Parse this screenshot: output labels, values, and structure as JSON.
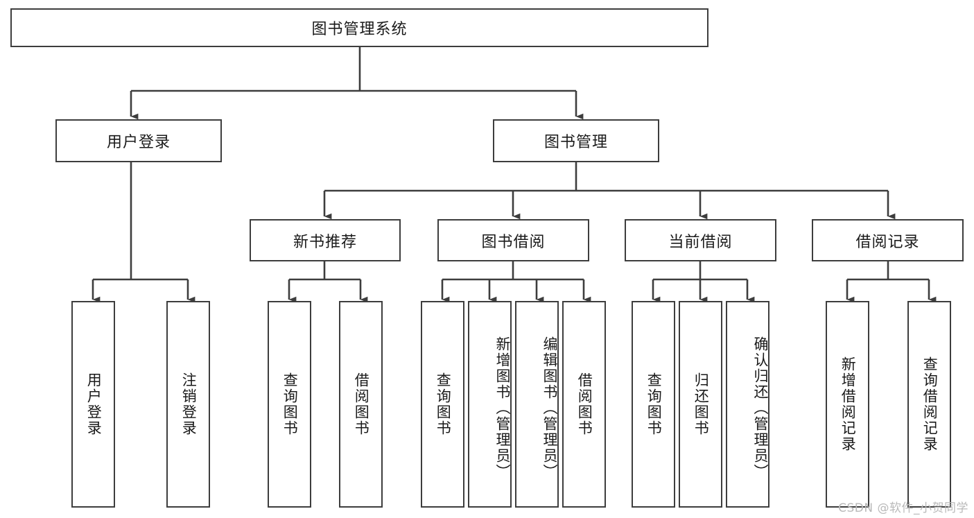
{
  "diagram": {
    "title_node": {
      "label": "图书管理系统"
    },
    "level2": [
      {
        "id": "user-login",
        "label": "用户登录"
      },
      {
        "id": "book-management",
        "label": "图书管理"
      }
    ],
    "level3": [
      {
        "id": "new-book-recommend",
        "label": "新书推荐"
      },
      {
        "id": "book-borrow",
        "label": "图书借阅"
      },
      {
        "id": "current-borrow",
        "label": "当前借阅"
      },
      {
        "id": "borrow-record",
        "label": "借阅记录"
      }
    ],
    "leaves": [
      {
        "id": "leaf-user-login",
        "label": "用户登录"
      },
      {
        "id": "leaf-logout-login",
        "label": "注销登录"
      },
      {
        "id": "leaf-query-book-1",
        "label": "查询图书"
      },
      {
        "id": "leaf-borrow-book-1",
        "label": "借阅图书"
      },
      {
        "id": "leaf-query-book-2",
        "label": "查询图书"
      },
      {
        "id": "leaf-add-book-admin",
        "label": "新增图书（管理员）"
      },
      {
        "id": "leaf-edit-book-admin",
        "label": "编辑图书（管理员）"
      },
      {
        "id": "leaf-borrow-book-2",
        "label": "借阅图书"
      },
      {
        "id": "leaf-query-book-3",
        "label": "查询图书"
      },
      {
        "id": "leaf-return-book",
        "label": "归还图书"
      },
      {
        "id": "leaf-confirm-return-admin",
        "label": "确认归还（管理员）"
      },
      {
        "id": "leaf-add-borrow-record",
        "label": "新增借阅记录"
      },
      {
        "id": "leaf-query-borrow-record",
        "label": "查询借阅记录"
      }
    ],
    "watermark": "CSDN @软件_小贺同学",
    "colors": {
      "stroke": "#3d3d3d",
      "fill": "#ffffff",
      "text": "#1a1a1a",
      "watermark": "#b9b9b9"
    }
  }
}
